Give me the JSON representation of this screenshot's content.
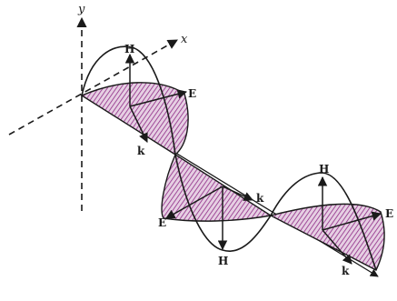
{
  "axes": {
    "x_label": "x",
    "y_label": "y"
  },
  "labels": {
    "h_upper_first": "H",
    "e_upper_first": "E",
    "k_first": "k",
    "k_middle": "k",
    "e_lower": "E",
    "h_lower": "H",
    "h_upper_second": "H",
    "e_upper_second": "E",
    "k_last": "k"
  },
  "colors": {
    "line": "#1a1a1a",
    "hatch": "#9b2a8e",
    "hatch_light": "#d9b3d6"
  }
}
